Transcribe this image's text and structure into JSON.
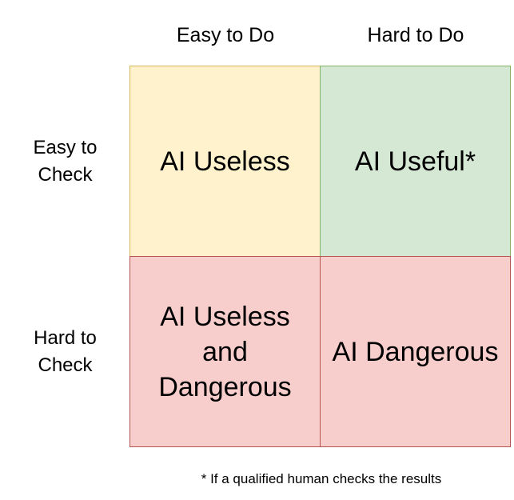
{
  "columns": [
    {
      "label": "Easy to Do"
    },
    {
      "label": "Hard to Do"
    }
  ],
  "rows": [
    {
      "label": "Easy to Check"
    },
    {
      "label": "Hard to Check"
    }
  ],
  "cells": {
    "easy_check_easy_do": {
      "text": "AI Useless",
      "fill": "#fff2cc",
      "border": "#d6b656"
    },
    "easy_check_hard_do": {
      "text": "AI Useful*",
      "fill": "#d5e8d4",
      "border": "#82b366"
    },
    "hard_check_easy_do": {
      "text": "AI Useless and Dangerous",
      "fill": "#f8cecc",
      "border": "#b85450"
    },
    "hard_check_hard_do": {
      "text": "AI Dangerous",
      "fill": "#f8cecc",
      "border": "#b85450"
    }
  },
  "footnote": "* If a qualified human checks the results"
}
